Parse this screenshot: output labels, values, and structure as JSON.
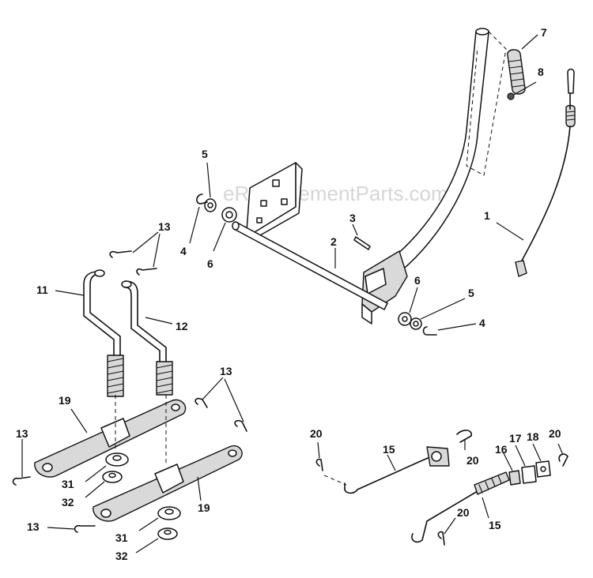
{
  "watermark": "eReplacementParts.com",
  "callouts": {
    "c1": "1",
    "c2": "2",
    "c3": "3",
    "c4a": "4",
    "c4b": "4",
    "c5a": "5",
    "c5b": "5",
    "c6a": "6",
    "c6b": "6",
    "c7": "7",
    "c8": "8",
    "c11": "11",
    "c12": "12",
    "c13a": "13",
    "c13b": "13",
    "c13c": "13",
    "c13d": "13",
    "c15a": "15",
    "c15b": "15",
    "c16": "16",
    "c17": "17",
    "c18": "18",
    "c19a": "19",
    "c19b": "19",
    "c20a": "20",
    "c20b": "20",
    "c20c": "20",
    "c20d": "20",
    "c31a": "31",
    "c31b": "31",
    "c32a": "32",
    "c32b": "32"
  }
}
